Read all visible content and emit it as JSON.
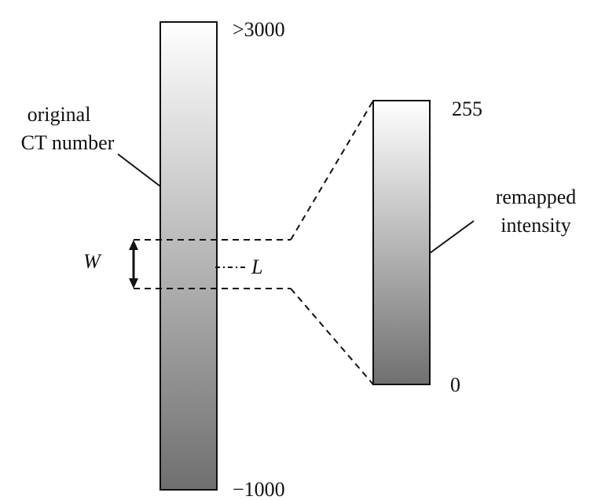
{
  "left_bar": {
    "top_label": ">3000",
    "bottom_label": "−1000",
    "caption_line1": "original",
    "caption_line2": "CT number",
    "gradient_top_color": "#ffffff",
    "gradient_bottom_color": "#6f6f6f"
  },
  "right_bar": {
    "top_label": "255",
    "bottom_label": "0",
    "caption_line1": "remapped",
    "caption_line2": "intensity",
    "gradient_top_color": "#ffffff",
    "gradient_bottom_color": "#707070"
  },
  "window": {
    "width_label": "W",
    "level_label": "L"
  }
}
